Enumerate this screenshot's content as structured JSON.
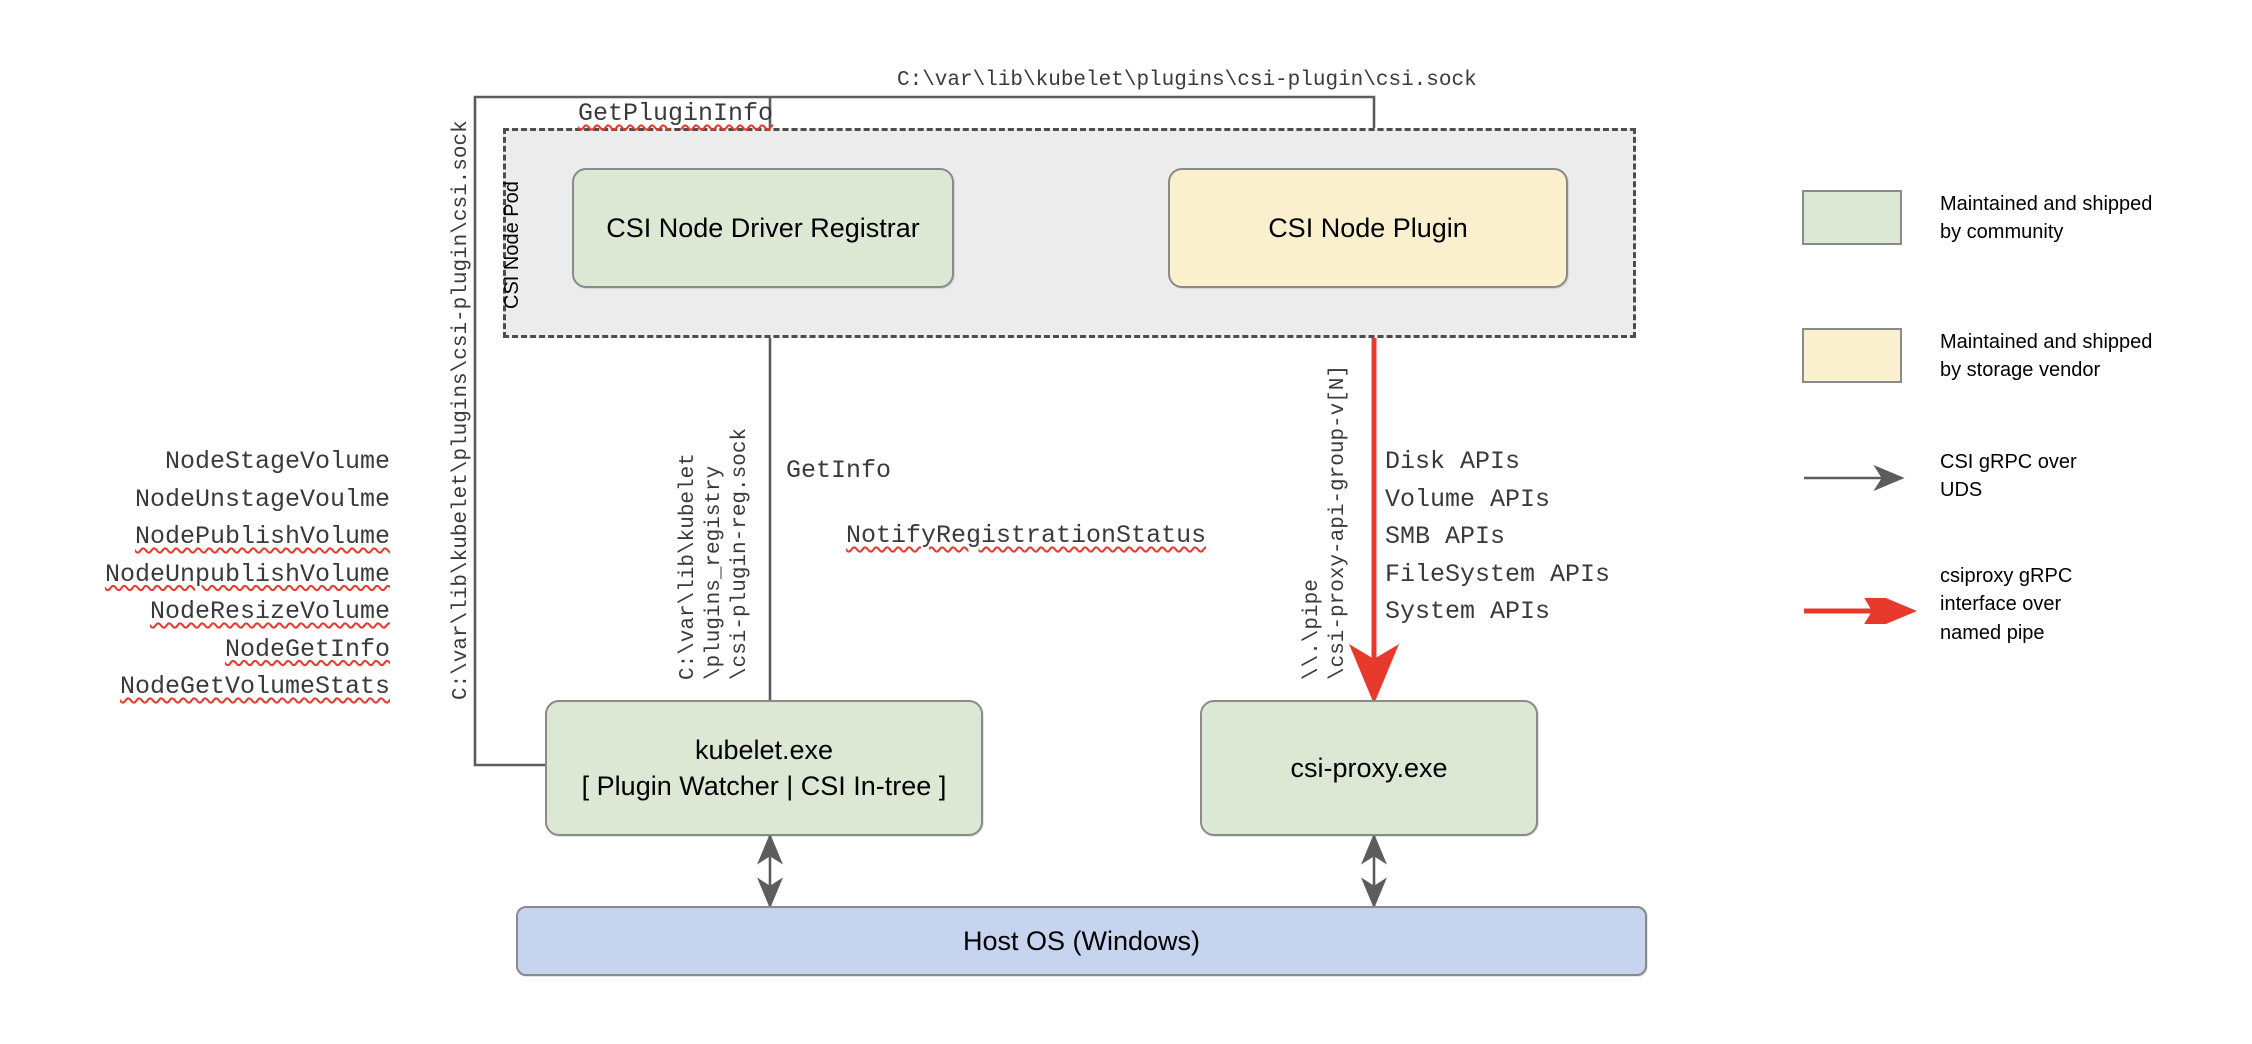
{
  "diagram": {
    "title": "CSI Proxy on Windows architecture",
    "colors": {
      "community_fill": "#dce8d3",
      "vendor_fill": "#fbf0cd",
      "host_fill": "#c6d4ef",
      "pod_fill": "#ececec",
      "stroke": "#8a8a8a",
      "uds_arrow": "#5c5c5c",
      "csiproxy_arrow": "#e8392c",
      "spellcheck_underline": "#e8392c"
    }
  },
  "pod": {
    "label": "CSI Node Pod"
  },
  "nodes": {
    "registrar": {
      "label": "CSI Node Driver Registrar"
    },
    "node_plugin": {
      "label": "CSI Node Plugin"
    },
    "kubelet": {
      "line1": "kubelet.exe",
      "line2": "[ Plugin Watcher | CSI In-tree ]"
    },
    "csi_proxy": {
      "label": "csi-proxy.exe"
    },
    "host_os": {
      "label": "Host OS (Windows)"
    }
  },
  "labels": {
    "get_plugin_info": "GetPluginInfo",
    "csi_sock_path_top": "C:\\var\\lib\\kubelet\\plugins\\csi-plugin\\csi.sock",
    "csi_sock_path_vertical": "C:\\var\\lib\\kubelet\\plugins\\csi-plugin\\csi.sock",
    "registry_sock_path": [
      "C:\\var\\lib\\kubelet",
      "\\plugins_registry",
      "\\csi-plugin-reg.sock"
    ],
    "get_info": "GetInfo",
    "notify_registration_status": "NotifyRegistrationStatus",
    "named_pipe": [
      "\\\\.\\pipe",
      "\\csi-proxy-api-group-v[N]"
    ]
  },
  "csi_node_rpcs": [
    {
      "text": "NodeStageVolume",
      "spellcheck": false
    },
    {
      "text": "NodeUnstageVoulme",
      "spellcheck": false
    },
    {
      "text": "NodePublishVolume",
      "spellcheck": true
    },
    {
      "text": "NodeUnpublishVolume",
      "spellcheck": true
    },
    {
      "text": "NodeResizeVolume",
      "spellcheck": true
    },
    {
      "text": "NodeGetInfo",
      "spellcheck": true
    },
    {
      "text": "NodeGetVolumeStats",
      "spellcheck": true
    }
  ],
  "csi_proxy_apis": [
    "Disk APIs",
    "Volume APIs",
    "SMB APIs",
    "FileSystem APIs",
    "System APIs"
  ],
  "legend": {
    "items": [
      {
        "type": "swatch",
        "color": "#dce8d3",
        "text": "Maintained and shipped\nby community"
      },
      {
        "type": "swatch",
        "color": "#fbf0cd",
        "text": "Maintained and shipped\nby storage vendor"
      },
      {
        "type": "arrow",
        "color": "#5c5c5c",
        "text": "CSI gRPC over\nUDS"
      },
      {
        "type": "arrow",
        "color": "#e8392c",
        "text": "csiproxy gRPC\ninterface over\nnamed pipe"
      }
    ]
  }
}
